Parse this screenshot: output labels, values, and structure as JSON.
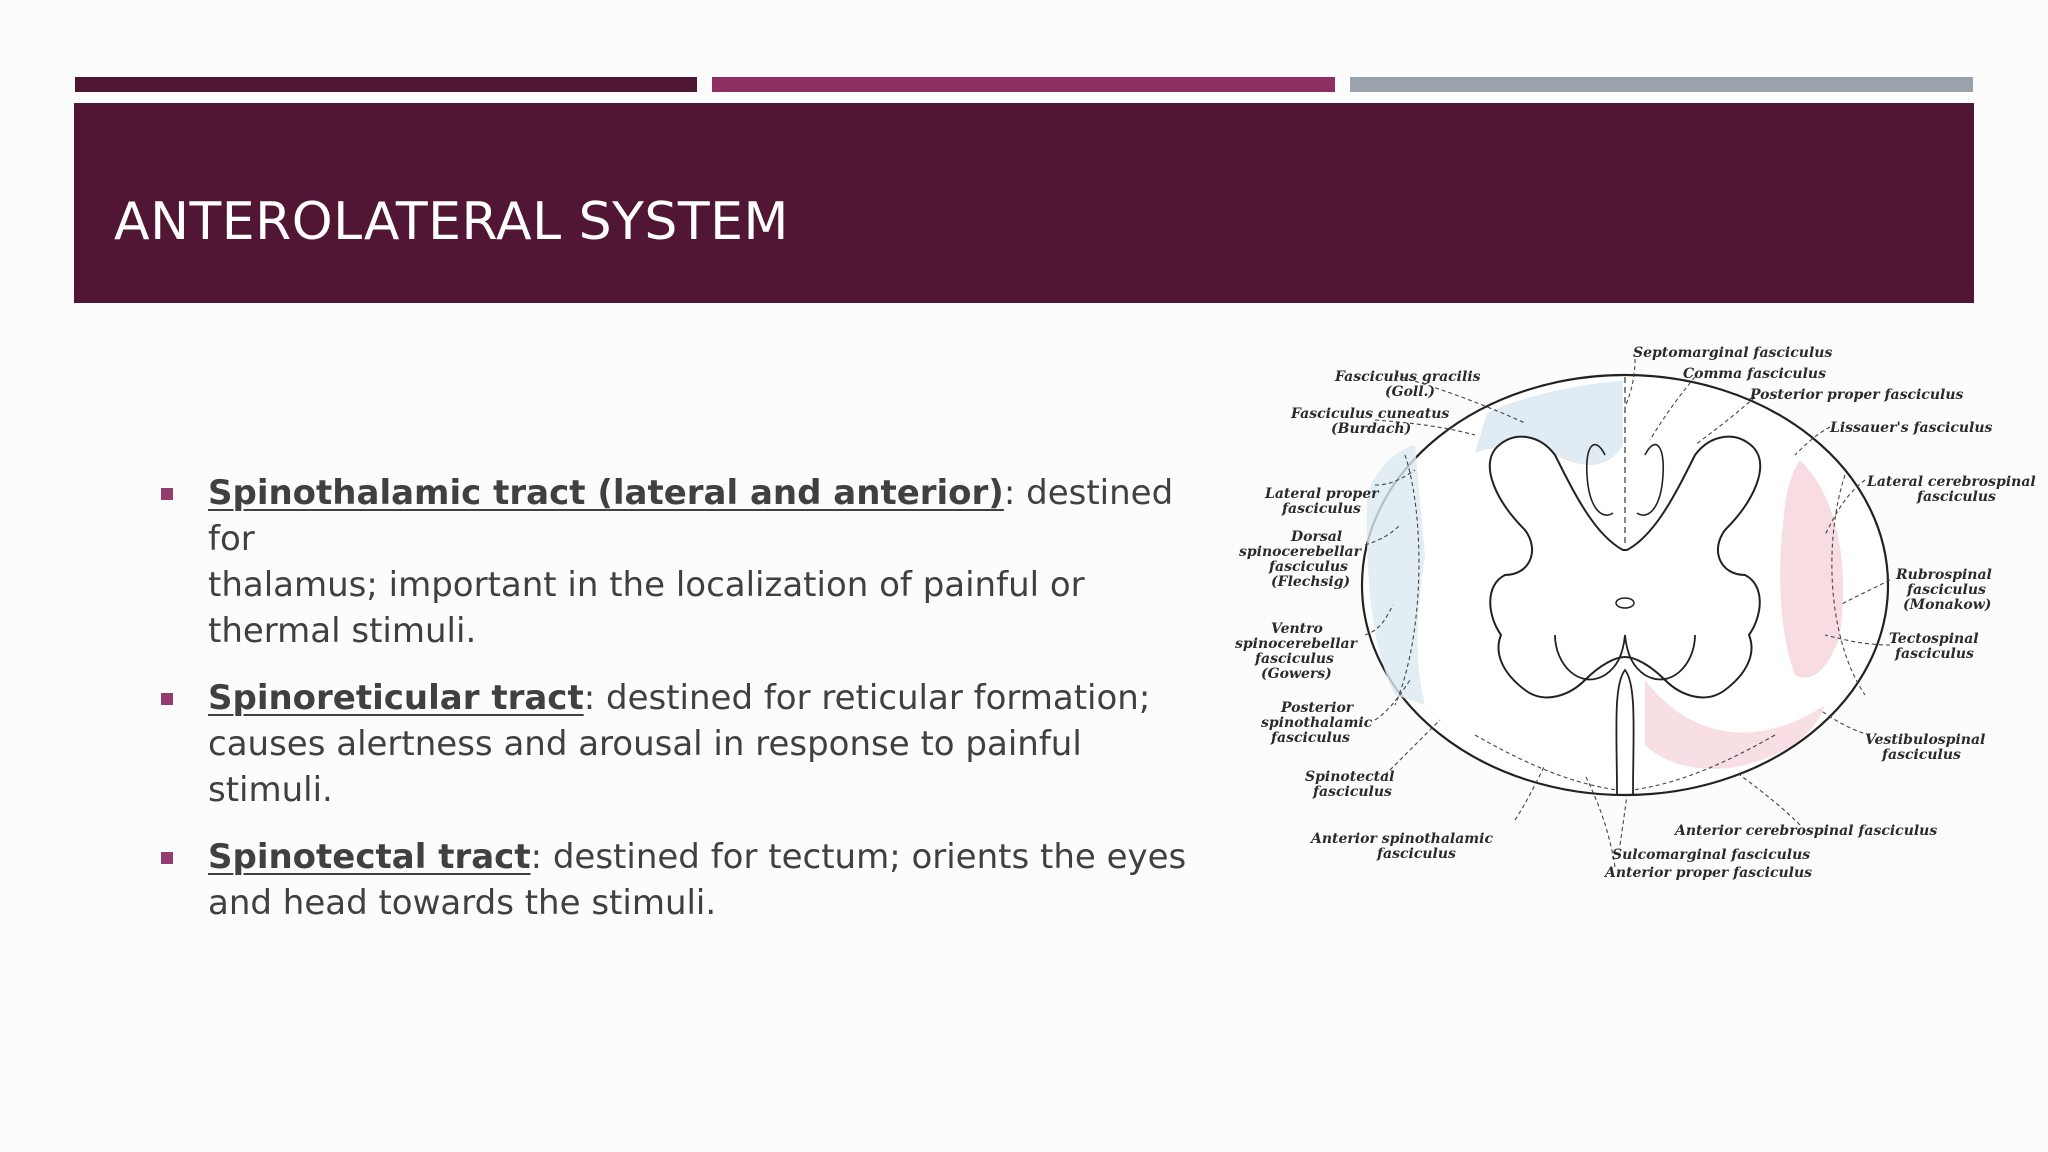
{
  "colors": {
    "stripe_1": "#4f1634",
    "stripe_2": "#8e2f62",
    "stripe_3": "#9aa3ab",
    "title_band": "#511634",
    "bullet_marker": "#943c6e",
    "text": "#404040",
    "white_matter_blue": "#dbe8f1",
    "white_matter_pink": "#f6d7dd"
  },
  "slide": {
    "title": "ANTEROLATERAL SYSTEM"
  },
  "bullets": [
    {
      "term": "Spinothalamic tract (lateral and anterior)",
      "line1_rest": ": destined for",
      "line2": "thalamus; important in the localization of painful or",
      "line3": "thermal stimuli."
    },
    {
      "term": "Spinoreticular tract",
      "line1_rest": ": destined for reticular formation;",
      "line2": "causes alertness and arousal in response to painful stimuli."
    },
    {
      "term": "Spinotectal tract",
      "line1_rest": ": destined for tectum; orients the eyes",
      "line2": "and head towards the stimuli."
    }
  ],
  "diagram": {
    "labels": {
      "septomarginal": "Septomarginal fasciculus",
      "comma": "Comma fasciculus",
      "posterior_proper": "Posterior proper fasciculus",
      "lissauer": "Lissauer's fasciculus",
      "gracilis_1": "Fasciculus gracilis",
      "gracilis_2": "(Goll.)",
      "cuneatus_1": "Fasciculus cuneatus",
      "cuneatus_2": "(Burdach)",
      "lateral_proper_1": "Lateral proper",
      "lateral_proper_2": "fasciculus",
      "dorsal_sc_1": "Dorsal",
      "dorsal_sc_2": "spinocerebellar",
      "dorsal_sc_3": "fasciculus",
      "dorsal_sc_4": "(Flechsig)",
      "ventro_sc_1": "Ventro",
      "ventro_sc_2": "spinocerebellar",
      "ventro_sc_3": "fasciculus",
      "ventro_sc_4": "(Gowers)",
      "post_st_1": "Posterior",
      "post_st_2": "spinothalamic",
      "post_st_3": "fasciculus",
      "spinotectal_1": "Spinotectal",
      "spinotectal_2": "fasciculus",
      "ant_st_1": "Anterior spinothalamic",
      "ant_st_2": "fasciculus",
      "lat_cs_1": "Lateral cerebrospinal",
      "lat_cs_2": "fasciculus",
      "rubro_1": "Rubrospinal",
      "rubro_2": "fasciculus",
      "rubro_3": "(Monakow)",
      "tecto_1": "Tectospinal",
      "tecto_2": "fasciculus",
      "vestibulo_1": "Vestibulospinal",
      "vestibulo_2": "fasciculus",
      "ant_cs": "Anterior cerebrospinal fasciculus",
      "sulcomarginal": "Sulcomarginal fasciculus",
      "anterior_proper": "Anterior proper fasciculus"
    }
  }
}
